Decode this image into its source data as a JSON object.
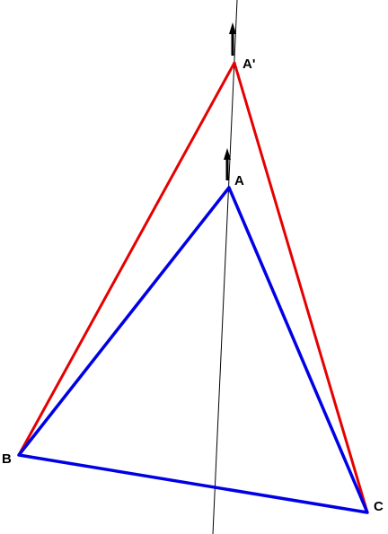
{
  "labels": {
    "a": "A",
    "a_prime": "A'",
    "b": "B",
    "c": "C"
  },
  "colors": {
    "original_triangle": "#0000e6",
    "moved_triangle": "#e60000",
    "guide_line": "#000000",
    "arrow": "#000000"
  }
}
